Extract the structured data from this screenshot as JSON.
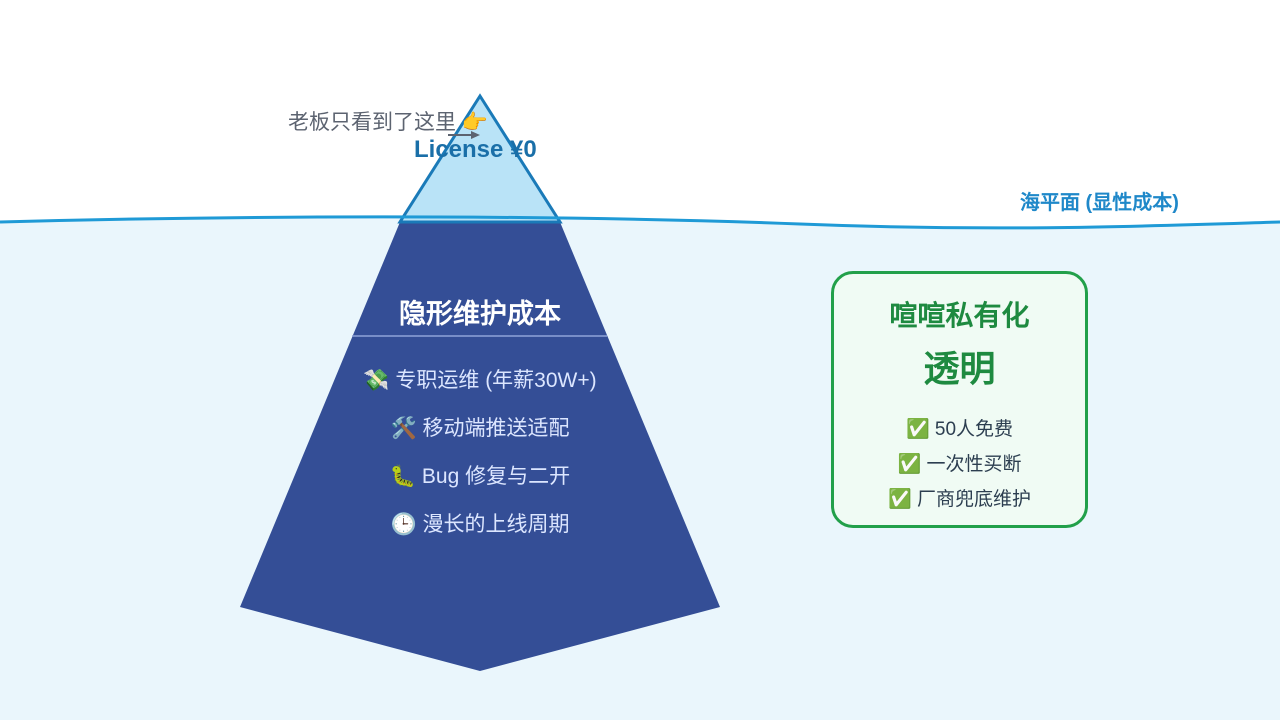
{
  "annotation": {
    "boss_text": "老板只看到了这里 👉",
    "license_label": "License ¥0"
  },
  "sea_level_label": "海平面 (显性成本)",
  "hidden_costs": {
    "title": "隐形维护成本",
    "items": [
      {
        "icon": "money-with-wings-icon",
        "emoji": "💸",
        "text": "专职运维 (年薪30W+)"
      },
      {
        "icon": "tools-icon",
        "emoji": "🛠️",
        "text": "移动端推送适配"
      },
      {
        "icon": "bug-icon",
        "emoji": "🐛",
        "text": "Bug 修复与二开"
      },
      {
        "icon": "clock-icon",
        "emoji": "🕒",
        "text": "漫长的上线周期"
      }
    ]
  },
  "solution_box": {
    "title": "喧喧私有化",
    "subtitle": "透明",
    "features": [
      {
        "emoji": "✅",
        "text": "50人免费"
      },
      {
        "emoji": "✅",
        "text": "一次性买断"
      },
      {
        "emoji": "✅",
        "text": "厂商兜底维护"
      }
    ]
  },
  "colors": {
    "water": "#eaf6fc",
    "tip": "#b9e3f7",
    "iceberg": "#344e96",
    "accent_green": "#22a04a",
    "sea_line": "#1f88c9"
  }
}
